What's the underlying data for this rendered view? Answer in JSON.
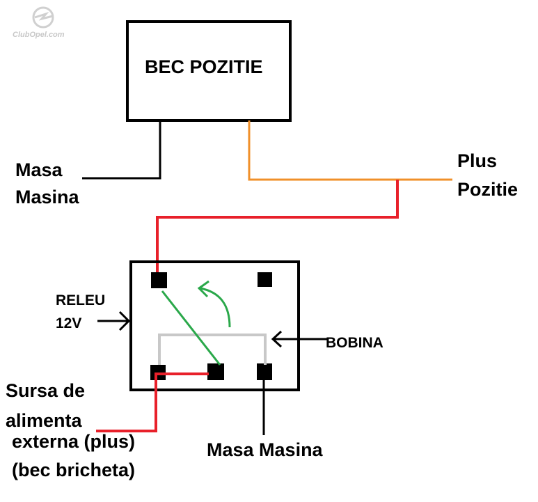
{
  "watermark": "ClubOpel.com",
  "labels": {
    "bulb": "BEC POZITIE",
    "ground_top_1": "Masa",
    "ground_top_2": "Masina",
    "plus_pos_1": "Plus",
    "plus_pos_2": "Pozitie",
    "relay_1": "RELEU",
    "relay_2": "12V",
    "coil": "BOBINA",
    "source_1": "Sursa de",
    "source_2": "alimenta",
    "source_3": "externa (plus)",
    "source_4": "(bec bricheta)",
    "ground_bottom": "Masa Masina"
  },
  "colors": {
    "wire_ground": "#000000",
    "wire_plus_position": "#f0902a",
    "wire_supply": "#e8202a",
    "coil": "#c8c8c8",
    "switch": "#2aa84a"
  }
}
